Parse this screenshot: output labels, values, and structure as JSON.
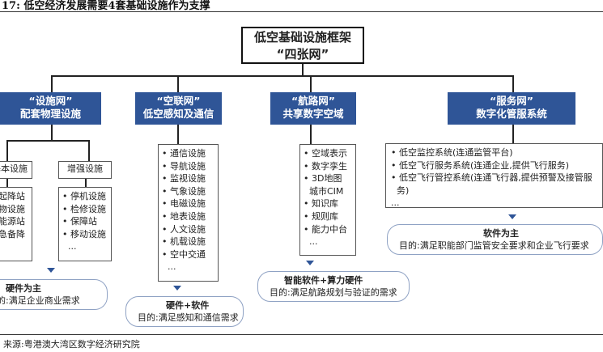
{
  "caption": "17:  低空经济发展需要4套基础设施作为支撑",
  "source": "来源:粤港澳大湾区数字经济研究院",
  "root": {
    "line1": "低空基础设施框架",
    "line2": "“四张网”"
  },
  "branches": [
    {
      "title1": "“设施网”",
      "title2": "配套物理设施",
      "sub_left": {
        "title": "基本设施",
        "items": [
          "起降站",
          "货物设施",
          "能源站",
          "应急备降"
        ]
      },
      "sub_right": {
        "title": "增强设施",
        "items": [
          "停机设施",
          "检修设施",
          "保障站",
          "移动设施",
          "..."
        ]
      },
      "pill_title": "硬件为主",
      "pill_goal": "目的:满足企业商业需求"
    },
    {
      "title1": "“空联网”",
      "title2": "低空感知及通信",
      "items": [
        "通信设施",
        "导航设施",
        "监视设施",
        "气象设施",
        "电磁设施",
        "地表设施",
        "人文设施",
        "机载设施",
        "空中交通",
        "..."
      ],
      "pill_title": "硬件+软件",
      "pill_goal": "目的:满足感知和通信需求"
    },
    {
      "title1": "“航路网”",
      "title2": "共享数字空域",
      "items": [
        "空域表示",
        "数字孪生",
        "3D地图",
        "城市CIM",
        "知识库",
        "规则库",
        "能力中台",
        "..."
      ],
      "pill_title": "智能软件+算力硬件",
      "pill_goal": "目的:满足航路规划与验证的需求"
    },
    {
      "title1": "“服务网”",
      "title2": "数字化管服系统",
      "items": [
        "低空监控系统(连通监管平台)",
        "低空飞行服务系统(连通企业,提供飞行服务)",
        "低空飞行管控系统(连通飞行器,提供预警及接管服",
        "务)",
        "..."
      ],
      "pill_title": "软件为主",
      "pill_goal": "目的:满足职能部门监管安全要求和企业飞行要求"
    }
  ],
  "colors": {
    "category_fill": "#2f5597",
    "pill_border": "#8fa2c4",
    "arrow": "#2f5597"
  }
}
